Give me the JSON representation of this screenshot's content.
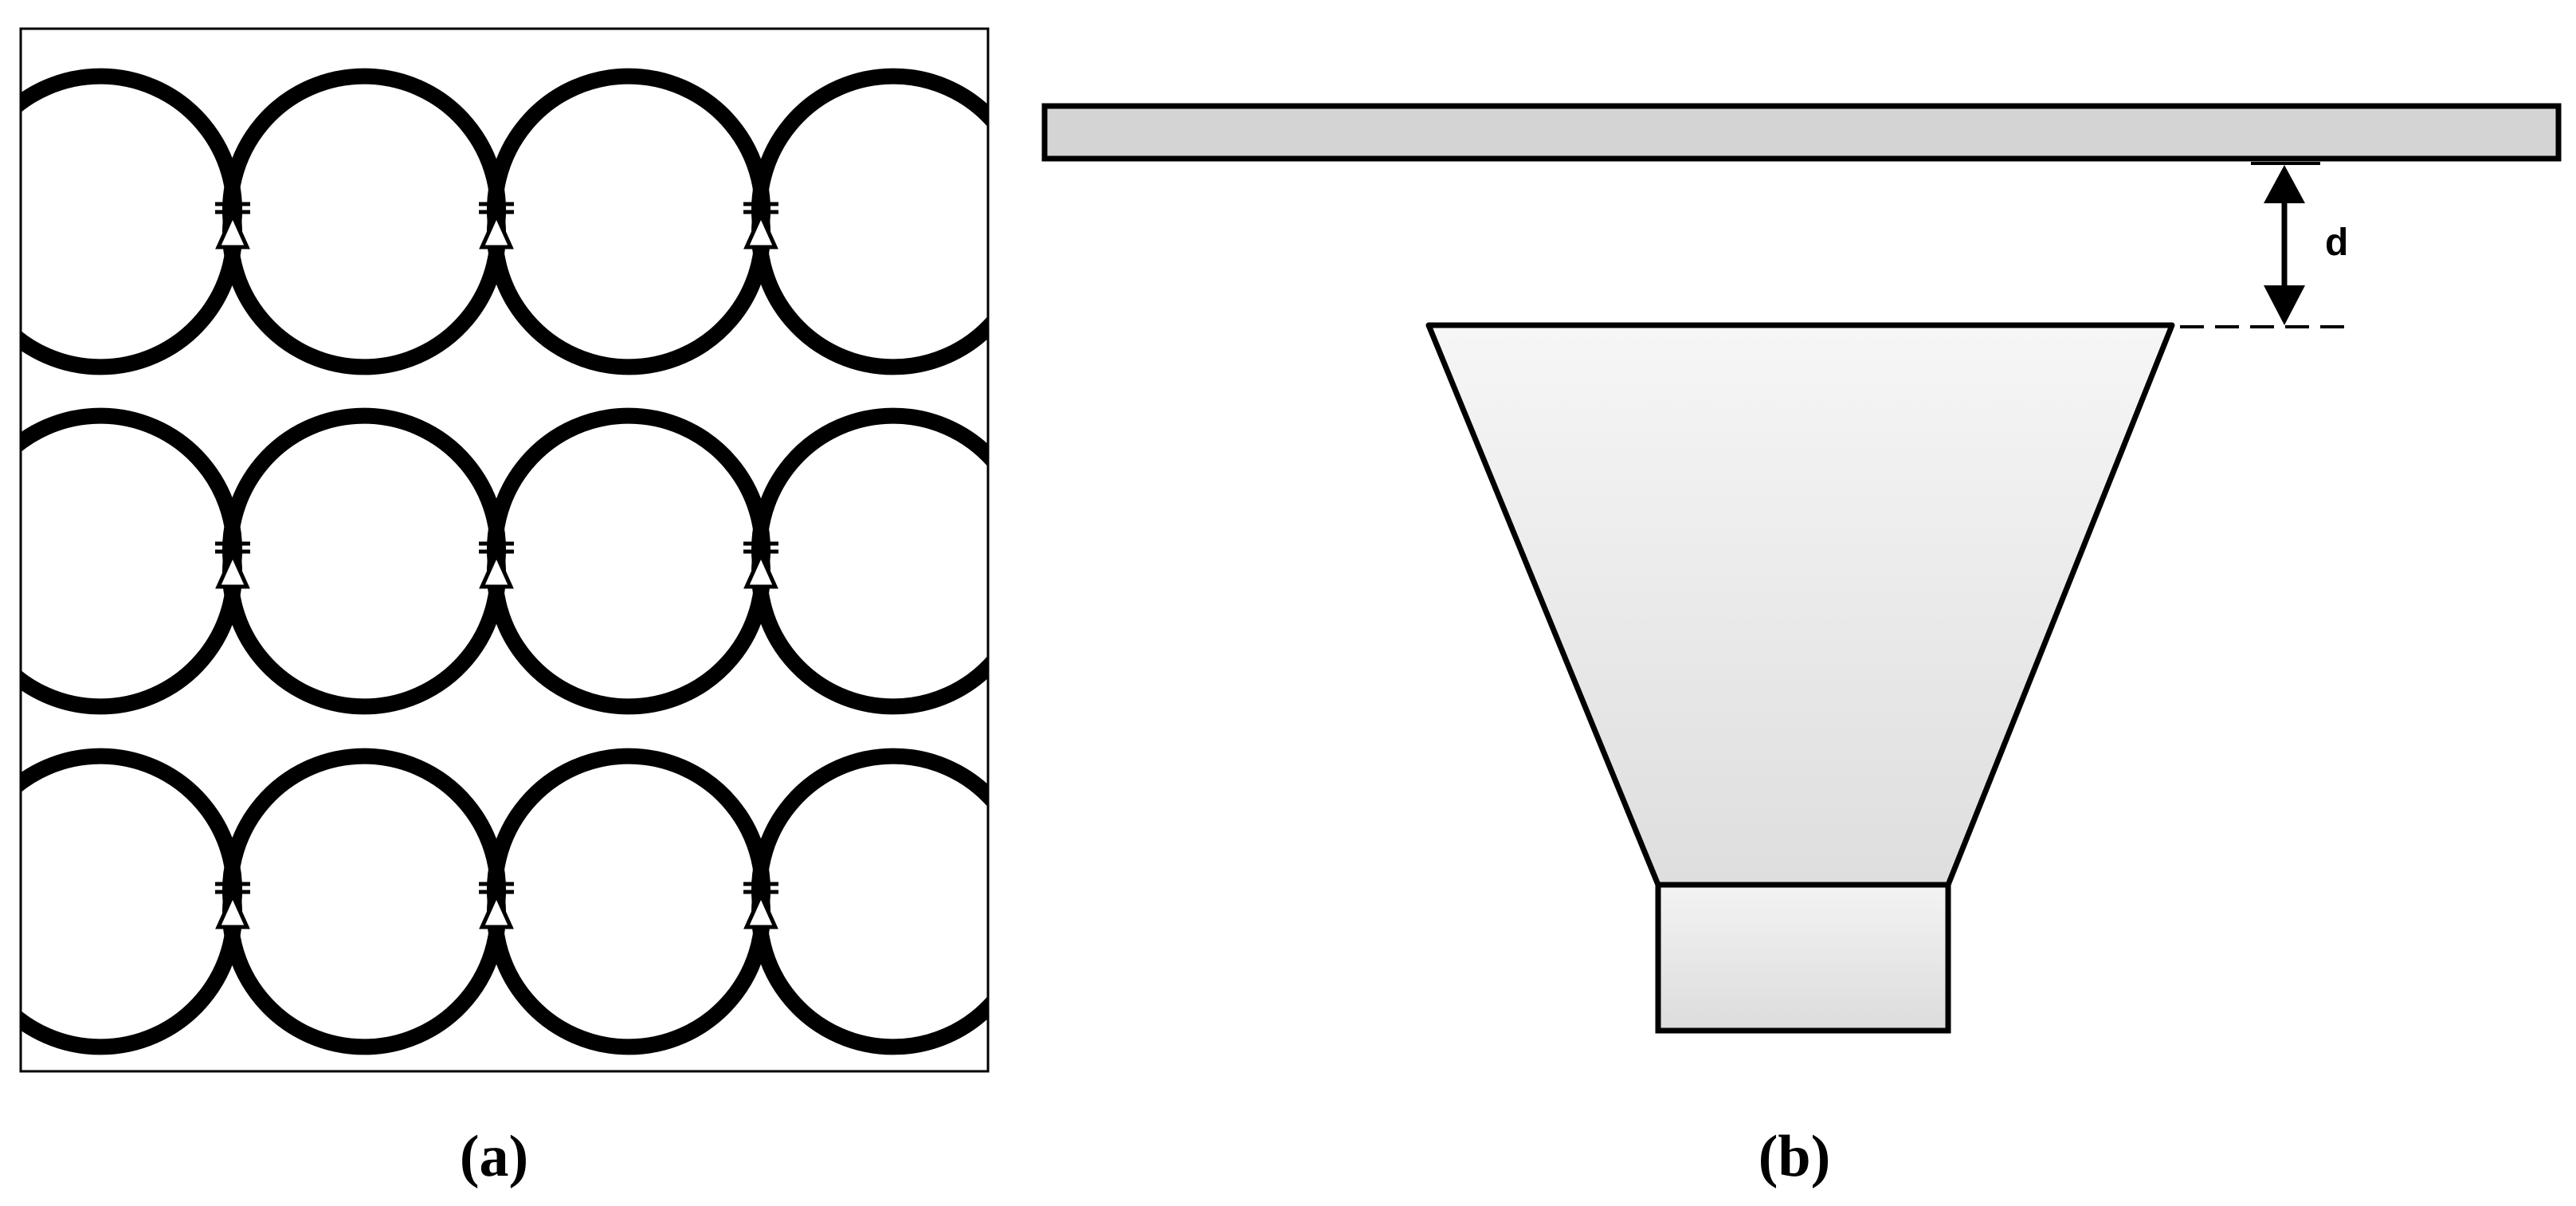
{
  "panel_a": {
    "caption": "(a)",
    "rows": 3,
    "diodes_per_row": 3
  },
  "panel_b": {
    "caption": "(b)",
    "distance_label": "d"
  },
  "colors": {
    "stroke": "#000000",
    "fill_light": "#f5f5f5",
    "fill_mid": "#e2e2e2",
    "plate_fill": "#d4d4d4",
    "background": "#ffffff"
  }
}
